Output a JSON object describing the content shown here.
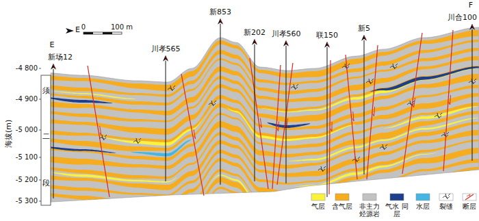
{
  "diagram": {
    "labels": [
      "E",
      "F",
      "新场12",
      "川孝565",
      "新853",
      "新202",
      "川孝560",
      "联150",
      "新5",
      "川合100",
      "E",
      "0",
      "100 m",
      "海拔(m)",
      "-4 800",
      "-4 900",
      "-5 000",
      "-5 100",
      "-5 200",
      "-5 300",
      "须",
      "二",
      "段"
    ],
    "legend": [
      {
        "text": "气层",
        "color": "#fbf33a"
      },
      {
        "text": "含气层",
        "color": "#f5ad1f"
      },
      {
        "text": "非主力 烃源岩",
        "color": "#c2c2c2"
      },
      {
        "text": "气水 同层",
        "color": "#1e3f8c"
      },
      {
        "text": "水层",
        "color": "#44b6e4"
      },
      {
        "text": "裂缝"
      },
      {
        "text": "断层"
      }
    ]
  }
}
